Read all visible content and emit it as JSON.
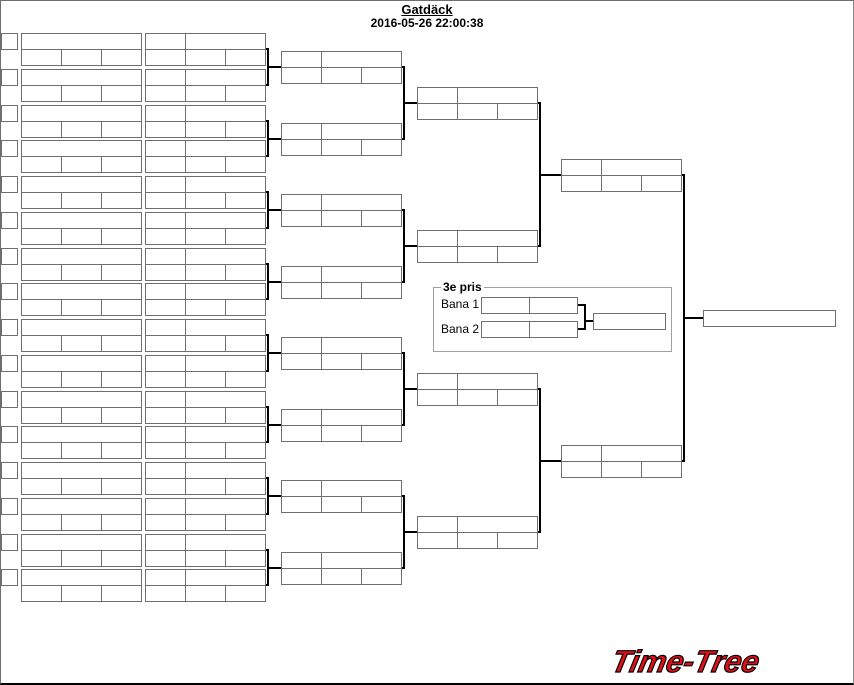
{
  "header": {
    "title": "Gatdäck",
    "timestamp": "2016-05-26 22:00:38"
  },
  "third_place": {
    "label": "3e pris",
    "lane1": "Bana 1",
    "lane2": "Bana 2"
  },
  "bracket": {
    "first_round_entries": 16,
    "rounds": 4
  },
  "logo": {
    "text": "Time-Tree",
    "color": "#e0101a"
  }
}
